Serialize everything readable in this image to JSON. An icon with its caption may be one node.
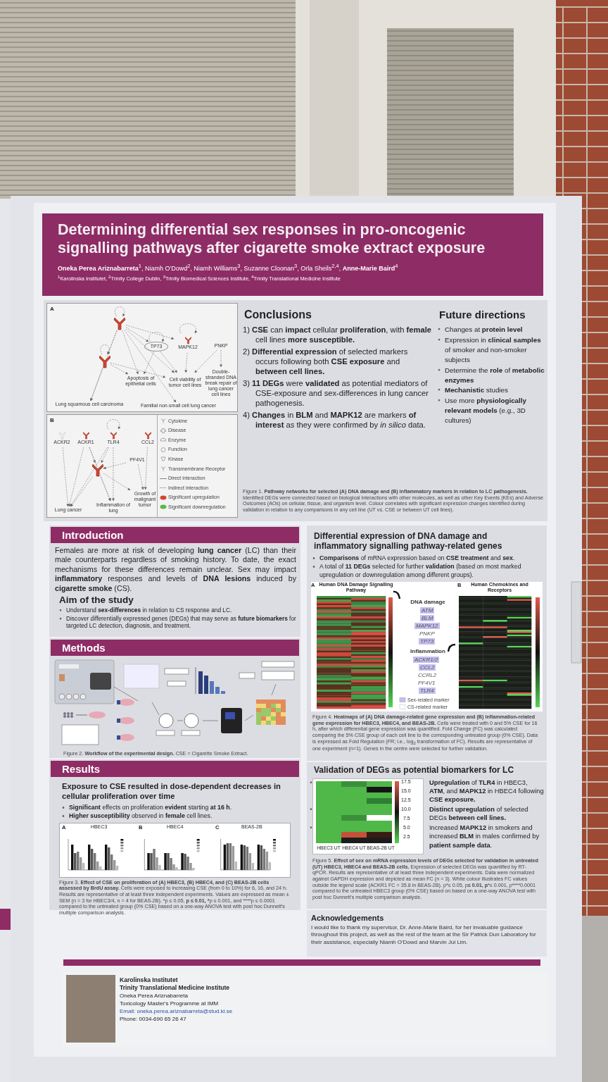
{
  "diagram": {
    "nodes": [
      {
        "text": [
          "Determining differential sex responses in pro-oncogenic signalling pathways after cigarette smoke extract exposure",
          "**Oneka Perea Ariznabarreta**$^{1}$, Niamh O'Dowd$^{2}$, Niamh Williams$^{3}$, Suzanne Cloonan$^{3}$, Orla Sheils$^{2,4}$, **Anne-Marie Baird**$^{4}$",
          "$^{1}$Karolinska Institutet, $^{2}$Trinity College Dublin, $^{3}$Trinity Biomedical Sciences Institute, $^{4}$Trinity Translational Medicine Institute"
        ]
      },
      {
        "text": [
          "A"
        ]
      },
      {
        "text": [],
        "shape": "picture",
        "in": 1
      },
      {
        "text": [],
        "shape": "picture",
        "in": 1
      },
      {
        "text": [
          "TP73"
        ],
        "in": 1
      },
      {
        "text": [
          "MAPK12"
        ],
        "in": 1
      },
      {
        "text": [
          "PNKP"
        ],
        "in": 1
      },
      {
        "text": [
          "Apoptosis of epithelial cells"
        ],
        "in": 1
      },
      {
        "text": [
          "Cell viability of tumor cell lines"
        ],
        "in": 1
      },
      {
        "text": [
          "Double-stranded DNA break repair of lung cancer cell lines"
        ],
        "in": 1
      },
      {
        "text": [
          "Lung squamous cell carcinoma"
        ],
        "in": 1
      },
      {
        "text": [
          "Familial non-small cell lung cancer"
        ],
        "in": 1
      },
      {
        "text": [
          "B"
        ]
      },
      {
        "text": [
          "ACKR2"
        ],
        "in": 12
      },
      {
        "text": [
          "ACKR1"
        ],
        "in": 12
      },
      {
        "text": [
          "TLR4"
        ],
        "in": 12
      },
      {
        "text": [
          "PF4V1"
        ],
        "in": 12
      },
      {
        "text": [
          "CCL2"
        ],
        "in": 12
      },
      {
        "text": [],
        "shape": "picture",
        "in": 12
      },
      {
        "text": [
          "Lung cancer"
        ],
        "in": 12
      },
      {
        "text": [
          "Inflammation of lung"
        ],
        "in": 12
      },
      {
        "text": [
          "Growth of malignant tumor"
        ],
        "in": 12
      },
      {
        "text": [
          "Conclusions",
          "1) **CSE** can **impact** cellular **proliferation**, with **female** cell lines **more susceptible.**",
          "2) **Differential expression** of selected markers occurs following both **CSE exposure** and **between cell lines.**",
          "3) **11 DEGs** were **validated** as potential mediators of CSE-exposure and sex-differences in lung cancer pathogenesis.",
          "4) **Changes** in **BLM** and **MAPK12** are markers **of interest** as they were confirmed by *in silico* data."
        ]
      },
      {
        "text": [
          "Future directions",
          "Changes at **protein level**",
          "Expression in **clinical samples** of smoker and non-smoker subjects",
          "Determine the **role** of **metabolic enzymes**",
          "**Mechanistic** studies",
          "Use more **physiologically relevant models** (e.g., 3D cultures)"
        ]
      },
      {
        "text": [
          "Introduction",
          "Females are more at risk of developing **lung cancer** (LC) than their male counterparts regardless of smoking history. To date, the exact mechanisms for these differences remain unclear. Sex may impact **inflammatory** responses and levels of **DNA lesions** induced by **cigarette smoke** (CS).",
          "Aim of the study",
          "Understand **sex-differences** in relation to CS response and LC.",
          "Discover differentially expressed genes (DEGs) that may serve as **future biomarkers** for targeted LC detection, diagnosis, and treatment."
        ]
      },
      {
        "text": [
          "Methods",
          "Figure 2. **Workflow of the experimental design.** CSE = Cigarette Smoke Extract."
        ]
      },
      {
        "text": [
          "Results",
          "Exposure to CSE resulted in dose-dependent decreases in cellular proliferation over time",
          "**Significant** effects on proliferation **evident** starting **at 16 h**.",
          "**Higher susceptibility** observed in **female** cell lines.",
          "Figure 3. **Effect of CSE on proliferation of (A) HBEC3, (B) HBEC4, and (C) BEAS-2B cells assessed by BrdU assay.** Cells were exposed to increasing CSE (from 0 to 10%) for 6, 16, and 24 h. Results are representative of at least three independent experiments. Values are expressed as mean ± SEM (n = 3 for HBEC3/4, n = 4 for BEAS-2B). *p ≤ 0.05, **p ≤ 0.01, ***p ≤ 0.001, and ****p ≤ 0.0001 compared to the untreated group (0% CSE) based on a one-way ANOVA test with post hoc Dunnett's multiple comparison analysis."
        ]
      },
      {
        "text": [
          "Differential expression of DNA damage and inflammatory signalling pathway-related genes",
          "**Comparisons** of mRNA expression based on **CSE treatment** and **sex**.",
          "A total of **11 DEGs** selected for further **validation** (based on most marked upregulation or downregulation among different groups).",
          "Figure 4. **Heatmaps of (A) DNA damage-related gene expression and (B) inflammation-related gene expression for HBEC3, HBEC4, and BEAS-2B.** Cells were treated with 0 and 5% CSE for 16 h, after which differential gene expression was quantified. Fold Change (FC) was calculated comparing the 5% CSE group of each cell line to the corresponding untreated group (0% CSE). Data is expressed as Fold Regulation (FR; i.e., log$_{2}$ transformation of FC). Results are representative of one experiment (n=1). Genes in the centre were selected for further validation."
        ]
      },
      {
        "text": [
          "Validation of DEGs as potential biomarkers for LC",
          "**Upregulation** of **TLR4** in HBEC3, **ATM**, and **MAPK12** in HBEC4 following **CSE exposure.**",
          "**Distinct upregulation** of selected DEGs **between cell lines.**",
          "Increased **MAPK12** in smokers and increased **BLM** in males confirmed by **patient sample data**.",
          "Figure 5. **Effect of sex on mRNA expression levels of DEGs selected for validation in untreated (UT) HBEC3, HBEC4 and BEAS-2B cells.** Expression of selected DEGs was quantified by RT-qPCR. Results are representative of at least three independent experiments. Data were normalized against GAPDH expression and depicted as mean FC (n = 3). White colour illustrates FC values outside the legend scale (ACKR1 FC = 35.8 in BEAS-2B). p*≤ 0.05, p**≤ 0.01, p***≤ 0.001, p****0.0001 compared to the untreated HBEC3 group (0% CSE) based on based on a one-way ANOVA test with post hoc Dunnett's multiple comparison analysis."
        ]
      },
      {
        "text": [
          "Acknowledgements",
          "I would like to thank my supervisor, Dr. Anne-Marie Baird, for her invaluable guidance throughout this project, as well as the rest of the team at the Sir Patrick Dun Laboratory for their assistance, especially Niamh O'Dowd and Marvin Jui Lim."
        ]
      },
      {
        "text": [
          "Karolinska Institutet",
          "Trinity Translational Medicine Institute",
          "Oneka Perea Ariznabarreta",
          "Toxicology Master's Programme at IMM",
          "Email: oneka.perea.ariznabarreta@stud.ki.se",
          "Phone: 0034-690 65 26 47"
        ]
      }
    ],
    "edges": [
      {
        "from": 2,
        "to": 2,
        "arrow": "to",
        "style": "dashed"
      },
      {
        "from": 2,
        "to": 3,
        "arrow": "to",
        "style": "dashed"
      },
      {
        "from": 2,
        "to": 4,
        "arrow": "to",
        "style": "dashed"
      },
      {
        "from": 2,
        "to": 5,
        "arrow": "to",
        "style": "dashed"
      },
      {
        "from": 2,
        "to": 7,
        "arrow": "to",
        "style": "dashed"
      },
      {
        "from": 2,
        "to": 8,
        "arrow": "to",
        "style": "dashed"
      },
      {
        "from": 2,
        "to": 10,
        "arrow": "to",
        "style": "dashed"
      },
      {
        "from": 2,
        "to": 11,
        "arrow": "to",
        "style": "dashed"
      },
      {
        "from": 3,
        "to": 3,
        "arrow": "to",
        "style": "dashed"
      },
      {
        "from": 3,
        "to": 7,
        "arrow": "to",
        "style": "dashed"
      },
      {
        "from": 3,
        "to": 8,
        "arrow": "to",
        "style": "dashed"
      },
      {
        "from": 3,
        "to": 10,
        "arrow": "to",
        "style": "dashed"
      },
      {
        "from": 4,
        "to": 4,
        "arrow": "to",
        "style": "dashed"
      },
      {
        "from": 4,
        "to": 7,
        "arrow": "to",
        "style": "dashed"
      },
      {
        "from": 4,
        "to": 8,
        "arrow": "to",
        "style": "dashed"
      },
      {
        "from": 5,
        "to": 5,
        "arrow": "to",
        "style": "dashed"
      },
      {
        "from": 5,
        "to": 8,
        "arrow": "to",
        "style": "dashed"
      },
      {
        "from": 6,
        "to": 8,
        "arrow": "to",
        "style": "dashed"
      },
      {
        "from": 6,
        "to": 9,
        "arrow": "to",
        "style": "dashed"
      },
      {
        "from": 13,
        "to": 19,
        "arrow": "to",
        "style": "dashed"
      },
      {
        "from": 14,
        "to": 19,
        "arrow": "to",
        "style": "dashed"
      },
      {
        "from": 14,
        "to": 18,
        "arrow": "to",
        "style": "dashed"
      },
      {
        "from": 14,
        "to": 20,
        "arrow": "to",
        "style": "dashed"
      },
      {
        "from": 15,
        "to": 15,
        "arrow": "to",
        "style": "dashed"
      },
      {
        "from": 15,
        "to": 18,
        "arrow": "to",
        "style": "dashed"
      },
      {
        "from": 15,
        "to": 20,
        "arrow": "to",
        "style": "dashed"
      },
      {
        "from": 15,
        "to": 19,
        "arrow": "to",
        "style": "dashed"
      },
      {
        "from": 16,
        "to": 18,
        "arrow": "to",
        "style": "dashed"
      },
      {
        "from": 16,
        "to": 21,
        "arrow": "to",
        "style": "dashed"
      },
      {
        "from": 17,
        "to": 21,
        "arrow": "to",
        "style": "dashed"
      },
      {
        "from": 18,
        "to": 19,
        "arrow": "to",
        "style": "dashed"
      },
      {
        "from": 18,
        "to": 20,
        "arrow": "to",
        "style": "dashed"
      },
      {
        "from": 18,
        "to": 21,
        "arrow": "to",
        "style": "dashed"
      }
    ],
    "labels": [
      "Figure 1. **Pathway networks for selected (A) DNA damage and (B) inflammatory markers in relation to LC pathogenesis.** Identified DEGs were connected based on biological interactions with other molecules, as well as other Key Events (KEs) and Adverse Outcomes (AOs) on cellular, tissue, and organism level. Colour correlates with significant expression changes identified during validation in relation to any comparisons in any cell line (UT vs. CSE or between UT cell lines).",
      "A",
      "HBEC3",
      "B",
      "HBEC4",
      "C",
      "BEAS-2B",
      "A",
      "Human DNA Damage Signalling Pathway",
      "DNA damage",
      "ATM",
      "BLM",
      "MAPK12",
      "PNKP",
      "TP73",
      "Inflammation",
      "ACKR1/2",
      "CCL2",
      "CCRL2",
      "PF4V1",
      "TLR4",
      "B",
      "Human Chemokines and Receptors",
      "17.5",
      "15.0",
      "12.5",
      "10.0",
      "7.5",
      "5.0",
      "2.5",
      "HBEC3 UT",
      "HBEC4 UT",
      "BEAS-2B UT"
    ],
    "legend": [
      {
        "text": "Cytokine"
      },
      {
        "text": "Disease"
      },
      {
        "text": "Enzyme"
      },
      {
        "text": "Function"
      },
      {
        "text": "Kinase"
      },
      {
        "text": "Transmembrane Receptor"
      },
      {
        "text": "Direct interaction"
      },
      {
        "text": "Indirect interaction"
      },
      {
        "text": "Significant upregulation",
        "color": "#d5462c"
      },
      {
        "text": "Significant downregulation",
        "color": "#5cb84a"
      },
      {
        "text": "Sex-related marker",
        "color": "#c4c0f0"
      },
      {
        "text": "CS-related marker"
      }
    ]
  }
}
